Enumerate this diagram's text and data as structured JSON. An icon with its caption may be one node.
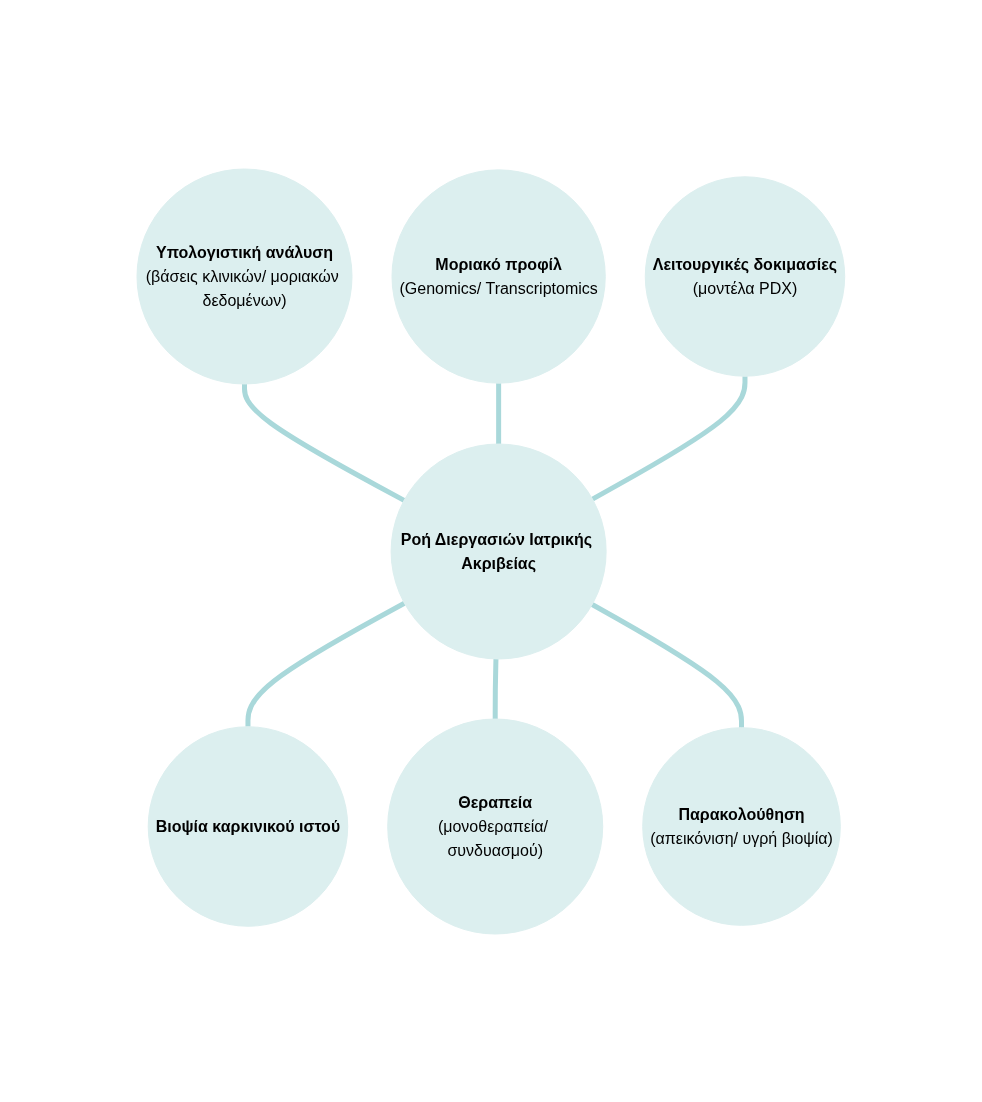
{
  "diagram": {
    "nodes": [
      {
        "text": [
          "Υπολογιστική ανάλυση",
          "(βάσεις κλινικών/ μοριακών δεδομένων)"
        ]
      },
      {
        "text": [
          "Μοριακό προφίλ",
          "(Genomics/ Transcriptomics"
        ]
      },
      {
        "text": [
          "Λειτουργικές δοκιμασίες",
          "(μοντέλα PDX)"
        ]
      },
      {
        "text": [
          "Ροή Διεργασιών Ιατρικής Ακριβείας"
        ]
      },
      {
        "text": [
          "Βιοψία καρκινικού ιστού"
        ]
      },
      {
        "text": [
          "Θεραπεία",
          "(μονοθεραπεία/ συνδυασμού)"
        ]
      },
      {
        "text": [
          "Παρακολούθηση",
          "(απεικόνιση/ υγρή βιοψία)"
        ]
      }
    ],
    "edges": [
      {
        "from": 0,
        "to": 3,
        "arrow": "none",
        "color": "#a9d8da"
      },
      {
        "from": 1,
        "to": 3,
        "arrow": "none",
        "color": "#a9d8da"
      },
      {
        "from": 2,
        "to": 3,
        "arrow": "none",
        "color": "#a9d8da"
      },
      {
        "from": 3,
        "to": 4,
        "arrow": "none",
        "color": "#a9d8da"
      },
      {
        "from": 3,
        "to": 5,
        "arrow": "none",
        "color": "#a9d8da"
      },
      {
        "from": 3,
        "to": 6,
        "arrow": "none",
        "color": "#a9d8da"
      }
    ]
  }
}
